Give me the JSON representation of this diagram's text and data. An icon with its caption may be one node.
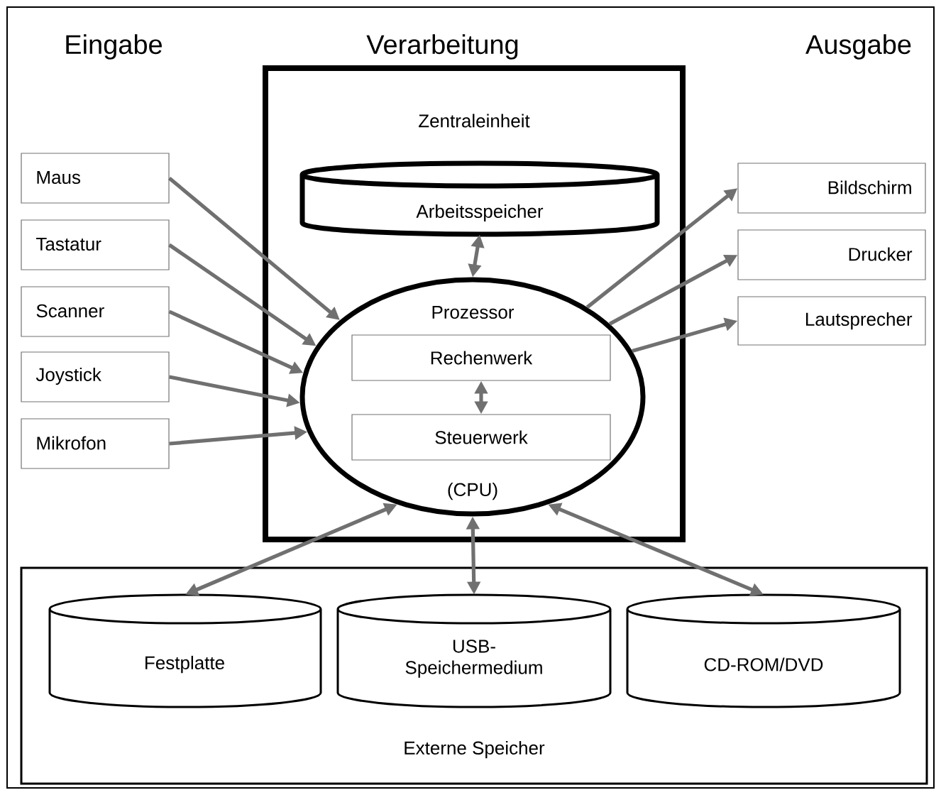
{
  "diagram": {
    "nodes": [
      {
        "text": [
          "Zentraleinheit"
        ]
      },
      {
        "text": [
          "Arbeitsspeicher"
        ],
        "in": 0
      },
      {
        "text": [
          "Prozessor",
          "(CPU)"
        ],
        "in": 0
      },
      {
        "text": [
          "Rechenwerk"
        ],
        "in": 2
      },
      {
        "text": [
          "Steuerwerk"
        ],
        "in": 2
      },
      {
        "text": [
          "Maus"
        ]
      },
      {
        "text": [
          "Tastatur"
        ]
      },
      {
        "text": [
          "Scanner"
        ]
      },
      {
        "text": [
          "Joystick"
        ]
      },
      {
        "text": [
          "Mikrofon"
        ]
      },
      {
        "text": [
          "Bildschirm"
        ]
      },
      {
        "text": [
          "Drucker"
        ]
      },
      {
        "text": [
          "Lautsprecher"
        ]
      },
      {
        "text": [
          "Externe Speicher"
        ]
      },
      {
        "text": [
          "Festplatte"
        ],
        "in": 13
      },
      {
        "text": [
          "USB- Speichermedium"
        ],
        "in": 13
      },
      {
        "text": [
          "CD-ROM/DVD"
        ],
        "in": 13
      }
    ],
    "edges": [
      {
        "from": 1,
        "to": 2,
        "arrow": "both"
      },
      {
        "from": 3,
        "to": 4,
        "arrow": "both"
      },
      {
        "from": 5,
        "to": 2,
        "arrow": "to"
      },
      {
        "from": 6,
        "to": 2,
        "arrow": "to"
      },
      {
        "from": 7,
        "to": 2,
        "arrow": "to"
      },
      {
        "from": 8,
        "to": 2,
        "arrow": "to"
      },
      {
        "from": 9,
        "to": 2,
        "arrow": "to"
      },
      {
        "from": 2,
        "to": 10,
        "arrow": "to"
      },
      {
        "from": 2,
        "to": 11,
        "arrow": "to"
      },
      {
        "from": 2,
        "to": 12,
        "arrow": "to"
      },
      {
        "from": 2,
        "to": 14,
        "arrow": "both"
      },
      {
        "from": 2,
        "to": 15,
        "arrow": "both"
      },
      {
        "from": 2,
        "to": 16,
        "arrow": "both"
      }
    ],
    "labels": [
      "Eingabe",
      "Verarbeitung",
      "Ausgabe"
    ]
  }
}
